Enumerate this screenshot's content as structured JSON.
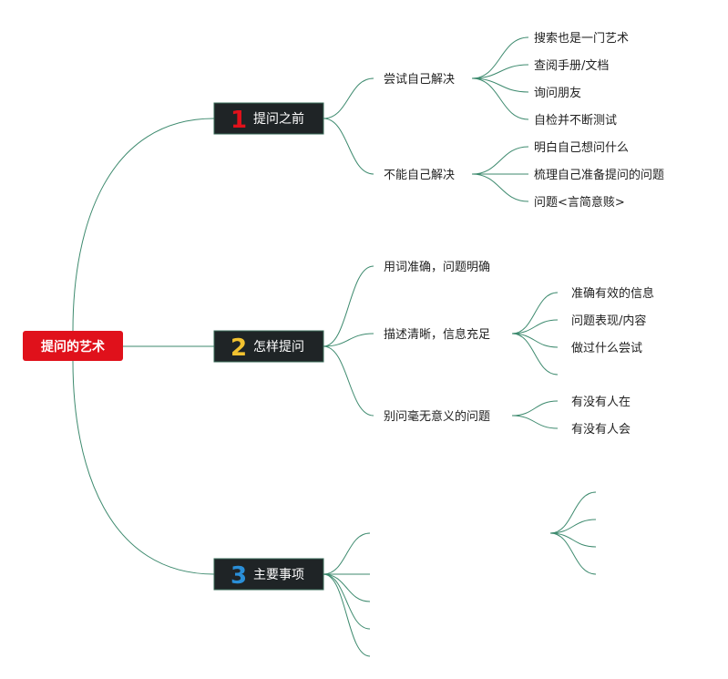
{
  "root": {
    "label": "提问的艺术",
    "color": "#e0111b"
  },
  "branches": [
    {
      "number": "1",
      "number_color": "#e0111b",
      "label": "提问之前",
      "children": [
        {
          "label": "尝试自己解决",
          "children": [
            "搜索也是一门艺术",
            "查阅手册/文档",
            "询问朋友",
            "自检并不断测试"
          ]
        },
        {
          "label": "不能自己解决",
          "children": [
            "明白自己想问什么",
            "梳理自己准备提问的问题",
            "问题<言简意赅>"
          ]
        }
      ]
    },
    {
      "number": "2",
      "number_color": "#f2c230",
      "label": "怎样提问",
      "children": [
        {
          "label": "用词准确，问题明确",
          "children": []
        },
        {
          "label": "描述清晰，信息充足",
          "children": [
            "准确有效的信息",
            "问题表现/内容",
            "做过什么尝试",
            ""
          ]
        },
        {
          "label": "别问毫无意义的问题",
          "children": [
            "有没有人在",
            "有没有人会"
          ]
        }
      ]
    },
    {
      "number": "3",
      "number_color": "#2a8fd8",
      "label": "主要事项",
      "children": [
        {
          "label": "",
          "children": [
            "",
            "",
            "",
            ""
          ]
        },
        {
          "label": "",
          "children": []
        },
        {
          "label": "",
          "children": []
        },
        {
          "label": "",
          "children": []
        },
        {
          "label": "",
          "children": []
        }
      ]
    }
  ]
}
